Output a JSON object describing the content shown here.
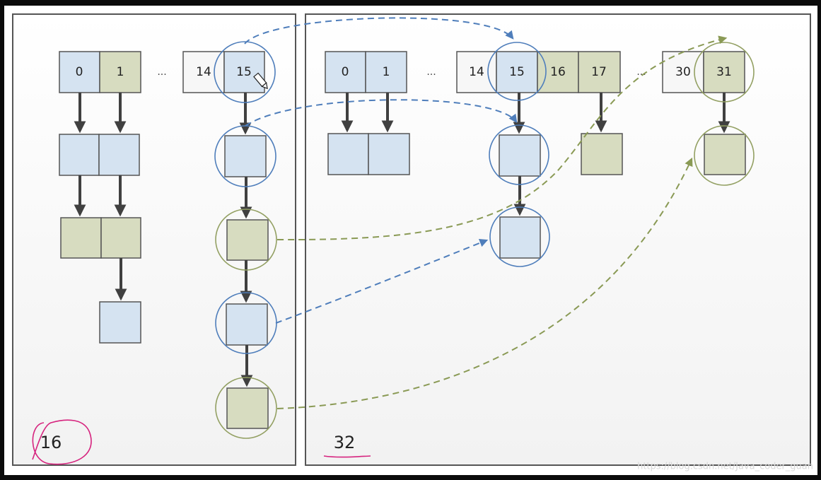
{
  "panels": {
    "left_size": "16",
    "right_size": "32"
  },
  "old_table": {
    "slots": [
      "0",
      "1",
      "...",
      "14",
      "15"
    ]
  },
  "new_table": {
    "slots": [
      "0",
      "1",
      "...",
      "14",
      "15",
      "16",
      "17",
      "...",
      "30",
      "31"
    ]
  },
  "watermark": "https://blog.csdn.net/Java_coder_guan",
  "colors": {
    "blue_fill": "#d5e3f1",
    "green_fill": "#d7dcc0",
    "white_fill": "#f7f7f7",
    "blue_circle": "#4f7ebb",
    "green_circle": "#93a063",
    "blue_dashed": "#4f7ebb",
    "green_dashed": "#8a9a55",
    "arrow_dark": "#404040",
    "annotation_pink": "#d6237e"
  }
}
